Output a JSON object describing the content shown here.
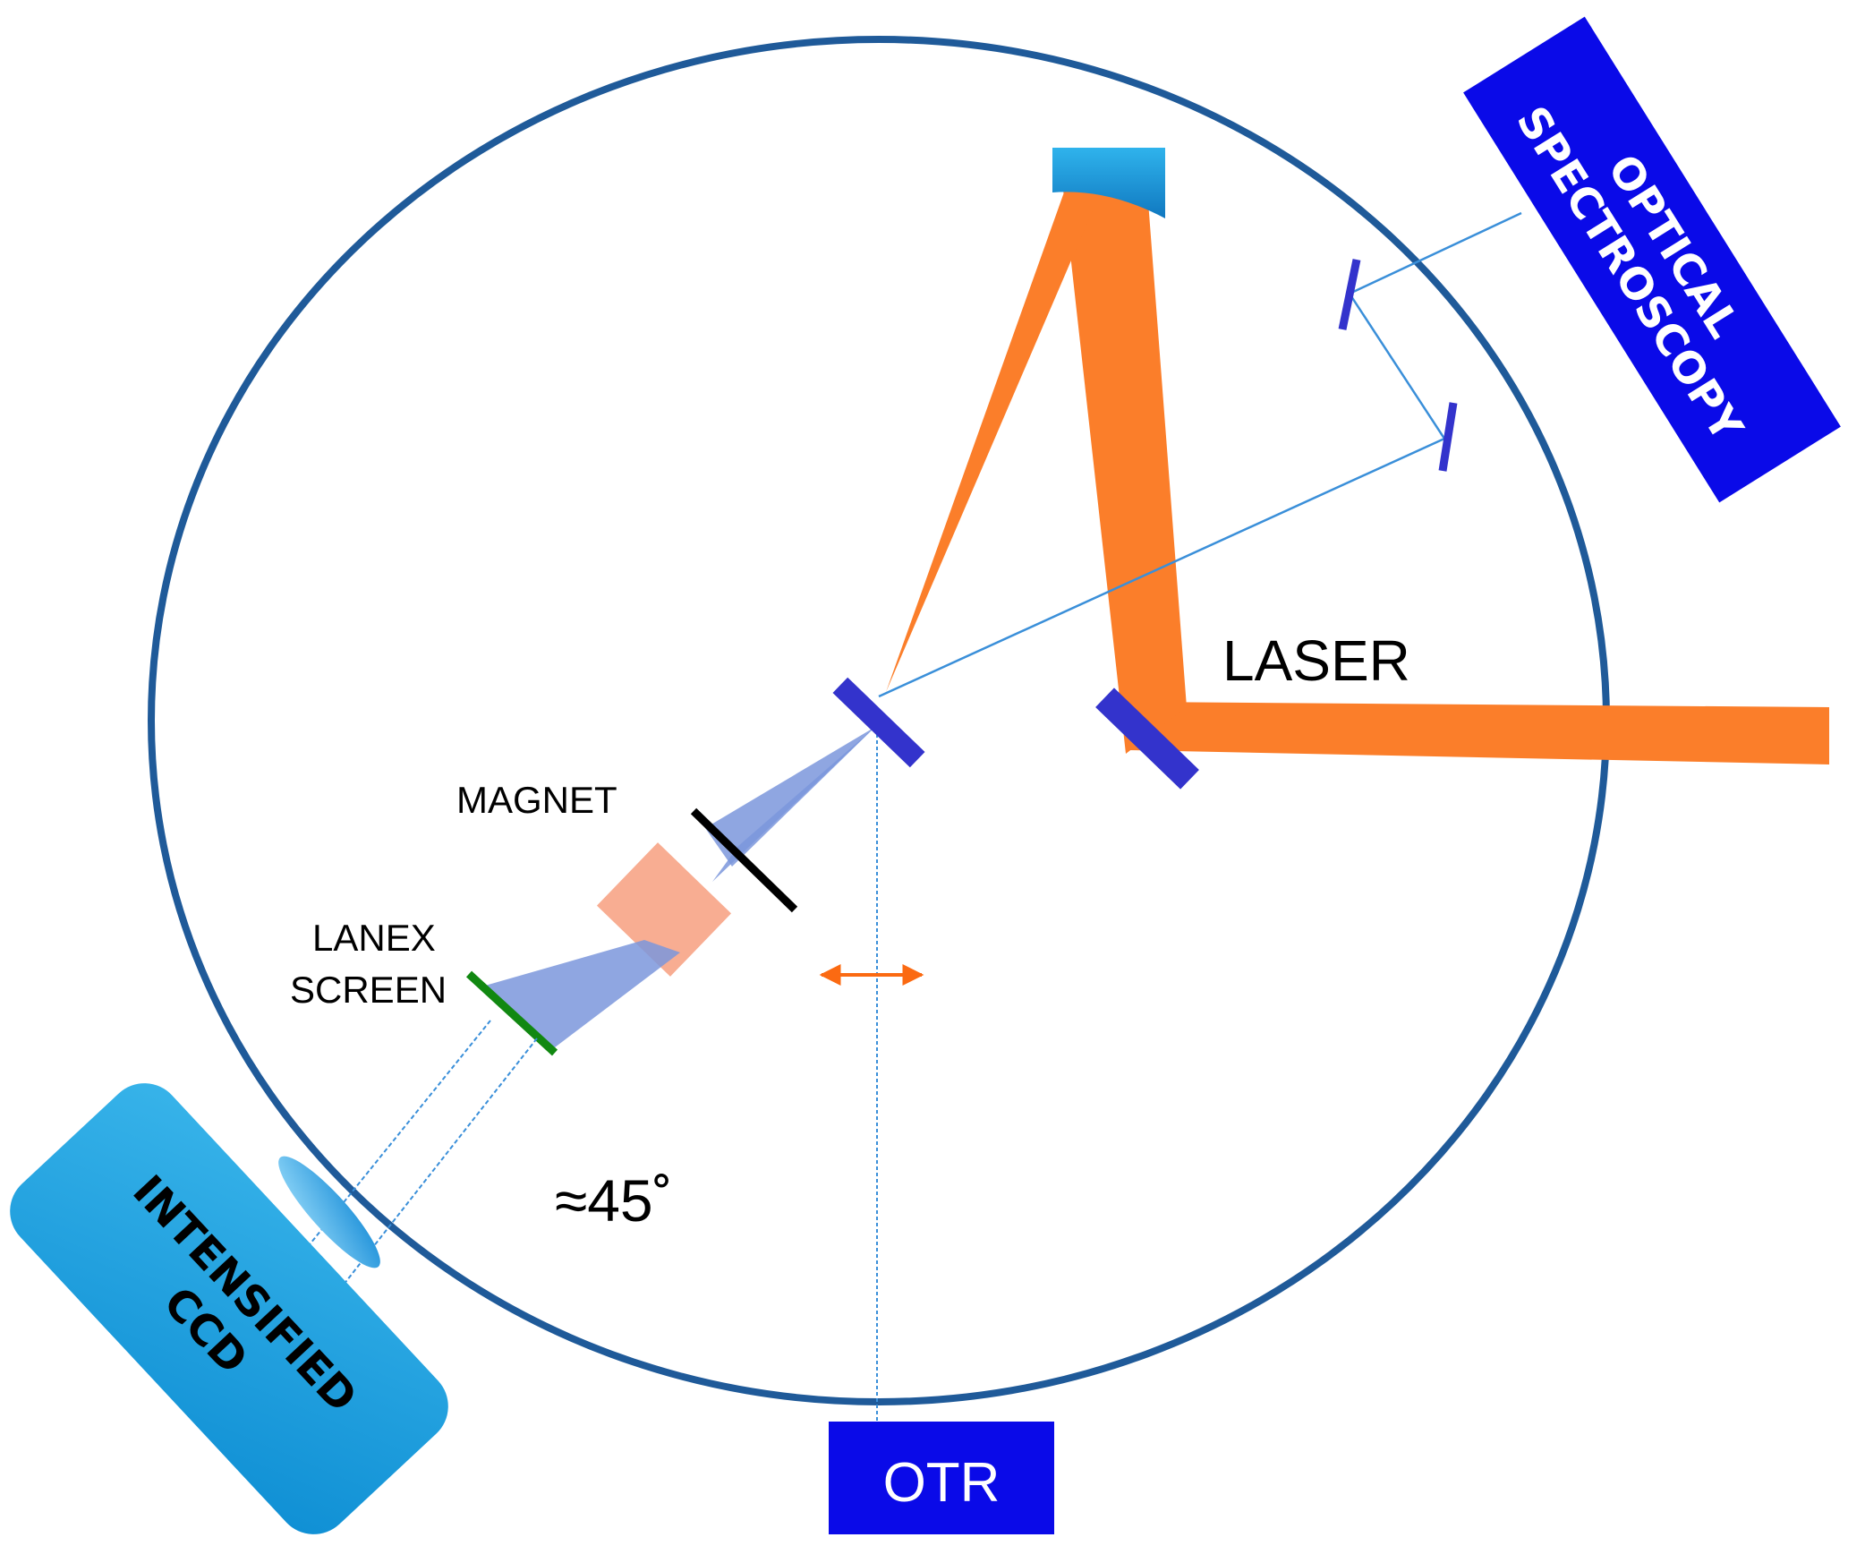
{
  "labels": {
    "laser": "LASER",
    "magnet": "MAGNET",
    "lanex_line1": "LANEX",
    "lanex_line2": "SCREEN",
    "angle": "≈45˚",
    "otr": "OTR",
    "optical_line1": "OPTICAL",
    "optical_line2": "SPECTROSCOPY",
    "ccd_line1": "INTENSIFIED",
    "ccd_line2": "CCD"
  },
  "colors": {
    "chamber": "#1f5a99",
    "laser_beam": "#fb7e2a",
    "mirror": "#3333cc",
    "detector_box": "#0a0ae8",
    "ccd_box": "#1c9edc",
    "electron_beam": "#7b96dc",
    "magnet": "#f8ad92",
    "lanex": "#118811",
    "light_path": "#3a8fd9",
    "otr_arrow": "#fb6a12",
    "focusing_mirror": "#1a9bd8",
    "lens": "#47b2ec"
  }
}
